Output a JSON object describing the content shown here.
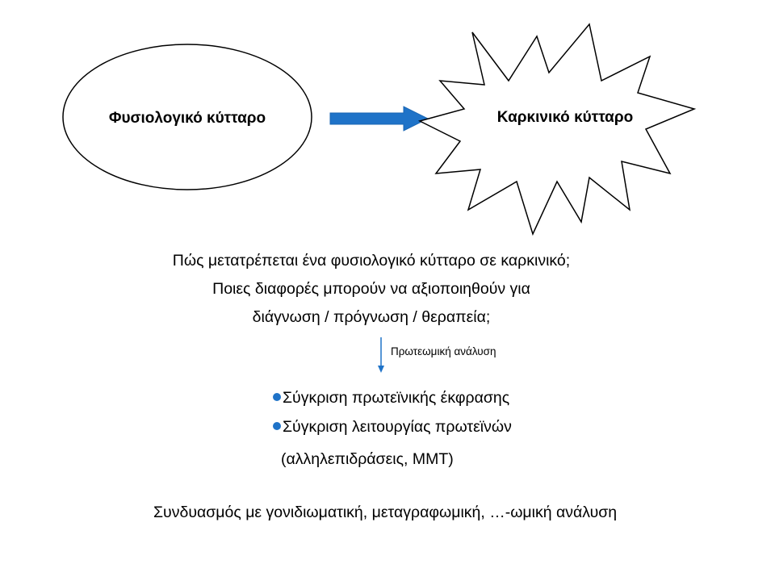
{
  "diagram": {
    "normal_cell_label": "Φυσιολογικό κύτταρο",
    "cancer_cell_label": "Καρκινικό κύτταρο",
    "question_lines": [
      "Πώς μετατρέπεται ένα φυσιολογικό κύτταρο σε καρκινικό;",
      "Ποιες διαφορές μπορούν να αξιοποιηθούν για",
      "διάγνωση / πρόγνωση / θεραπεία;"
    ],
    "arrow_label": "Πρωτεωμική ανάλυση",
    "bullets": [
      "Σύγκριση πρωτεϊνικής έκφρασης",
      "Σύγκριση λειτουργίας πρωτεϊνών"
    ],
    "bullet_note": "(αλληλεπιδράσεις, ΜΜΤ)",
    "footer": "Συνδυασμός με γονιδιωματική, μεταγραφωμική, …-ωμική ανάλυση",
    "colors": {
      "arrow": "#1f73c8",
      "bullet": "#1f73c8",
      "outline": "#000000"
    }
  }
}
